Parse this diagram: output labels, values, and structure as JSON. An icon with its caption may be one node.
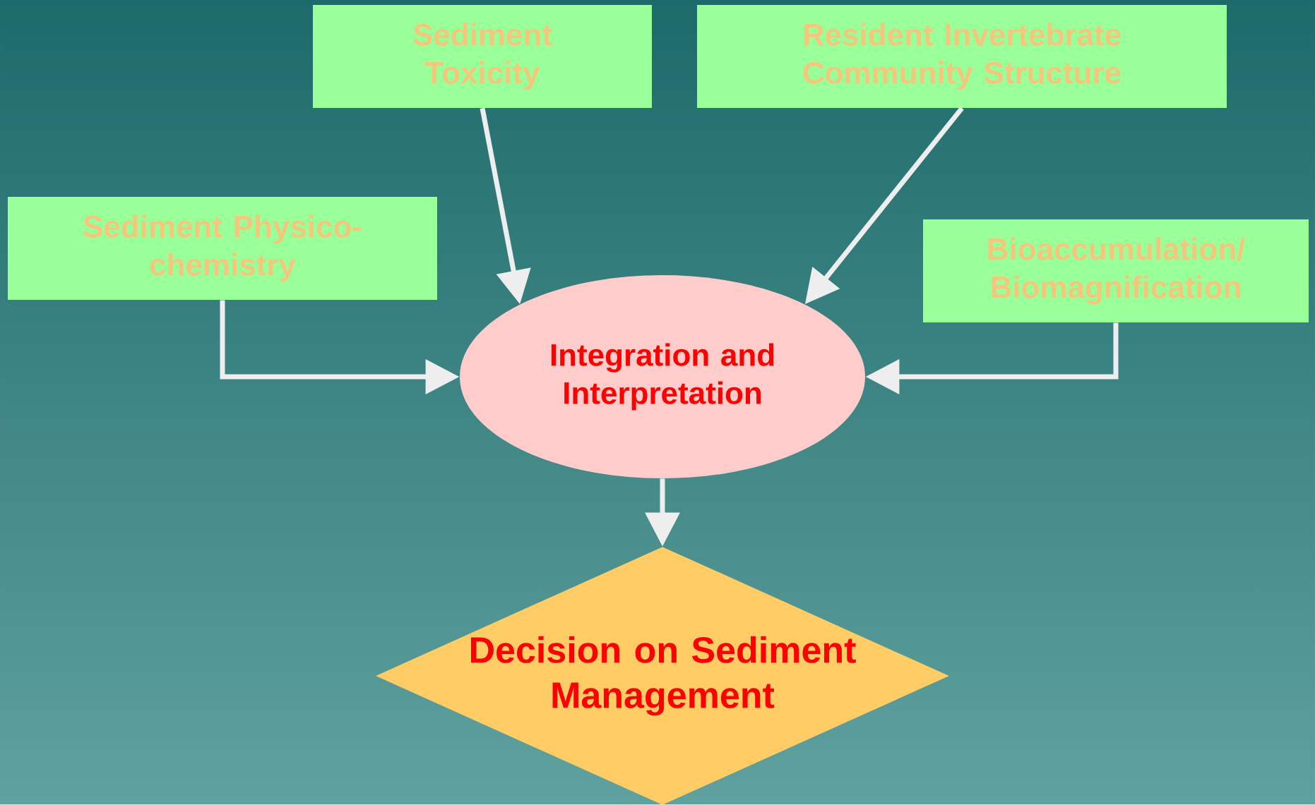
{
  "diagram": {
    "nodes": [
      {
        "text": [
          "Sediment Toxicity"
        ]
      },
      {
        "text": [
          "Resident Invertebrate Community Structure"
        ]
      },
      {
        "text": [
          "Sediment Physico-chemistry"
        ]
      },
      {
        "text": [
          "Bioaccumulation/ Biomagnification"
        ]
      },
      {
        "text": [
          "Integration and Interpretation"
        ]
      },
      {
        "text": [
          "Decision on Sediment Management"
        ]
      }
    ],
    "edges": [
      {
        "from": 0,
        "to": 4,
        "arrow": "to"
      },
      {
        "from": 1,
        "to": 4,
        "arrow": "to"
      },
      {
        "from": 2,
        "to": 4,
        "arrow": "to"
      },
      {
        "from": 3,
        "to": 4,
        "arrow": "to"
      },
      {
        "from": 4,
        "to": 5,
        "arrow": "to"
      }
    ]
  }
}
